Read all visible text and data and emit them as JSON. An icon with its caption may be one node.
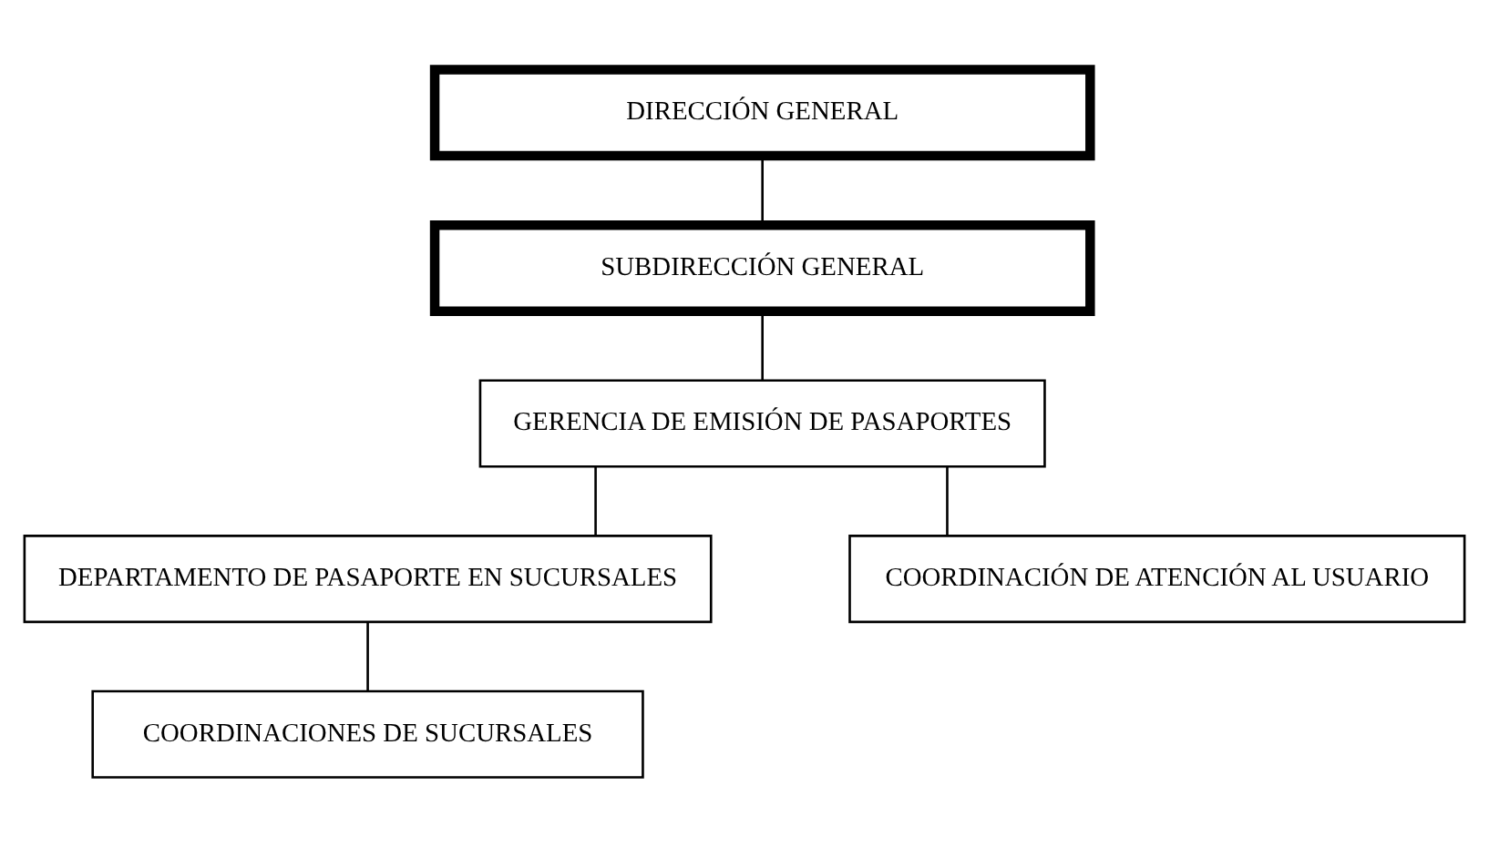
{
  "diagram": {
    "nodes": [
      {
        "text": [
          "DIRECCIÓN GENERAL"
        ]
      },
      {
        "text": [
          "SUBDIRECCIÓN GENERAL"
        ]
      },
      {
        "text": [
          "GERENCIA DE EMISIÓN DE PASAPORTES"
        ]
      },
      {
        "text": [
          "DEPARTAMENTO DE PASAPORTE EN SUCURSALES"
        ]
      },
      {
        "text": [
          "COORDINACIONES DE SUCURSALES"
        ]
      },
      {
        "text": [
          "COORDINACIÓN DE ATENCIÓN AL USUARIO"
        ]
      }
    ],
    "edges": [
      {
        "from": 0,
        "to": 1,
        "arrow": "none"
      },
      {
        "from": 1,
        "to": 2,
        "arrow": "none"
      },
      {
        "from": 2,
        "to": 3,
        "arrow": "none"
      },
      {
        "from": 2,
        "to": 5,
        "arrow": "none"
      },
      {
        "from": 3,
        "to": 4,
        "arrow": "none"
      }
    ]
  }
}
